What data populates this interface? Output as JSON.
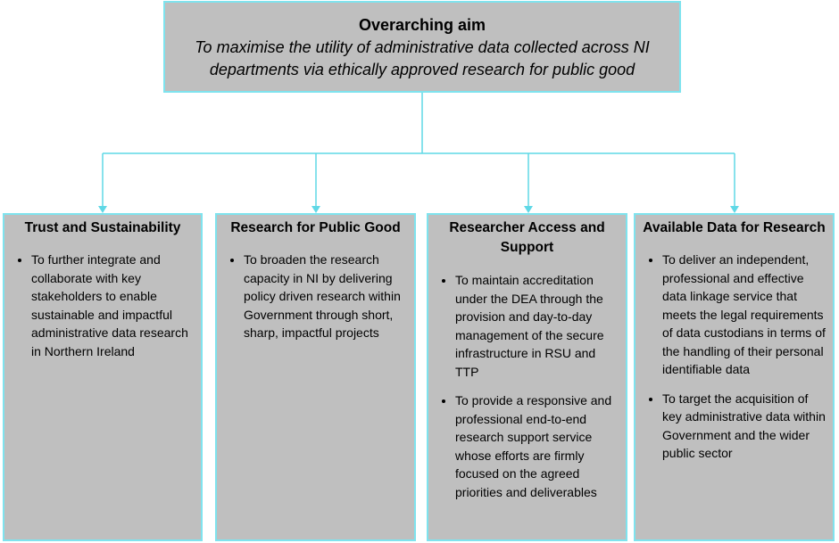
{
  "overarching": {
    "title": "Overarching aim",
    "text": "To maximise the utility of administrative data collected across NI departments via ethically approved research for public good"
  },
  "columns": [
    {
      "title": "Trust and Sustainability",
      "bullets": [
        "To further integrate and collaborate with key stakeholders to enable sustainable and impactful administrative data research in Northern Ireland"
      ]
    },
    {
      "title": "Research for Public Good",
      "bullets": [
        "To broaden the research capacity in NI by delivering policy driven research within Government through short, sharp, impactful projects"
      ]
    },
    {
      "title": "Researcher Access and Support",
      "bullets": [
        "To maintain accreditation under the DEA through the provision and day-to-day management of the secure infrastructure in RSU and TTP",
        "To provide a responsive and professional end-to-end research support service whose efforts are firmly focused on the agreed priorities and deliverables"
      ]
    },
    {
      "title": "Available Data for Research",
      "bullets": [
        "To deliver an independent, professional and effective data linkage service that meets the legal requirements of data custodians in terms of the handling of their personal identifiable data",
        "To target the acquisition of key administrative data within Government and the wider public sector"
      ]
    }
  ],
  "colors": {
    "box_fill": "#bfbfbf",
    "border": "#7fe3ee",
    "connector": "#5fd8e6"
  }
}
